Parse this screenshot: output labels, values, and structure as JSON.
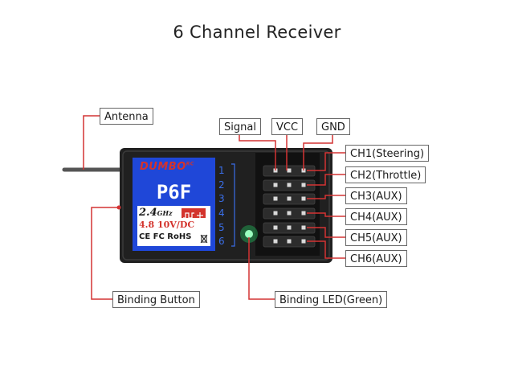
{
  "title": "6 Channel Receiver",
  "labels": {
    "antenna": "Antenna",
    "signal": "Signal",
    "vcc": "VCC",
    "gnd": "GND",
    "binding_button": "Binding Button",
    "binding_led": "Binding LED(Green)"
  },
  "channels": [
    "CH1(Steering)",
    "CH2(Throttle)",
    "CH3(AUX)",
    "CH4(AUX)",
    "CH5(AUX)",
    "CH6(AUX)"
  ],
  "pin_numbers": [
    "1",
    "2",
    "3",
    "4",
    "5",
    "6"
  ],
  "sticker": {
    "brand": "DUMBO",
    "brand_suffix": "RC",
    "model": "P6F",
    "frequency": "2.4",
    "frequency_unit": "GHz",
    "voltage": "4.8 10V/DC",
    "certifications": "CE FC RoHS"
  },
  "colors": {
    "receiver_case": "#202020",
    "sticker_blue": "#1f47d8",
    "pin_numbers": "#3a6ee8",
    "callout_line": "#d43333",
    "led_green": "#22e06a",
    "brand_red": "#d3332c"
  }
}
